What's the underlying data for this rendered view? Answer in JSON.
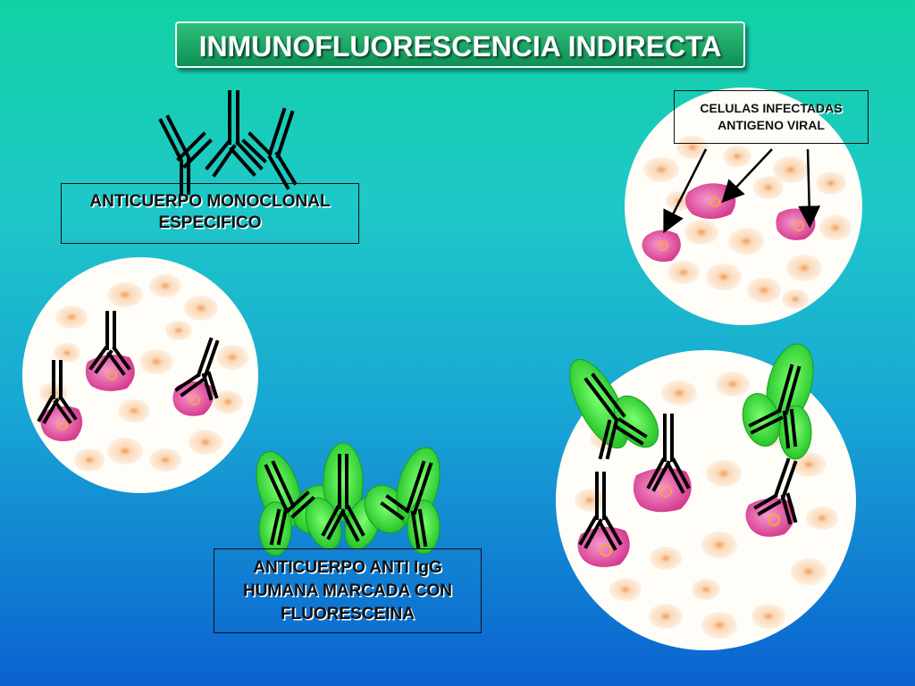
{
  "title": "INMUNOFLUORESCENCIA INDIRECTA",
  "labels": {
    "monoclonal": [
      "ANTICUERPO MONOCLONAL",
      "ESPECIFICO"
    ],
    "infected": [
      "CELULAS INFECTADAS",
      "ANTIGENO VIRAL"
    ],
    "anti_igg": [
      "ANTICUERPO ANTI IgG",
      "HUMANA MARCADA CON",
      "FLUORESCEINA"
    ]
  },
  "colors": {
    "title_bg": "#1aa866",
    "fluorescence": "#38e838",
    "infected_cell": "#ec5aa8",
    "cell_nucleus": "#f5a24a",
    "cell_body": "#fbe2c8"
  }
}
